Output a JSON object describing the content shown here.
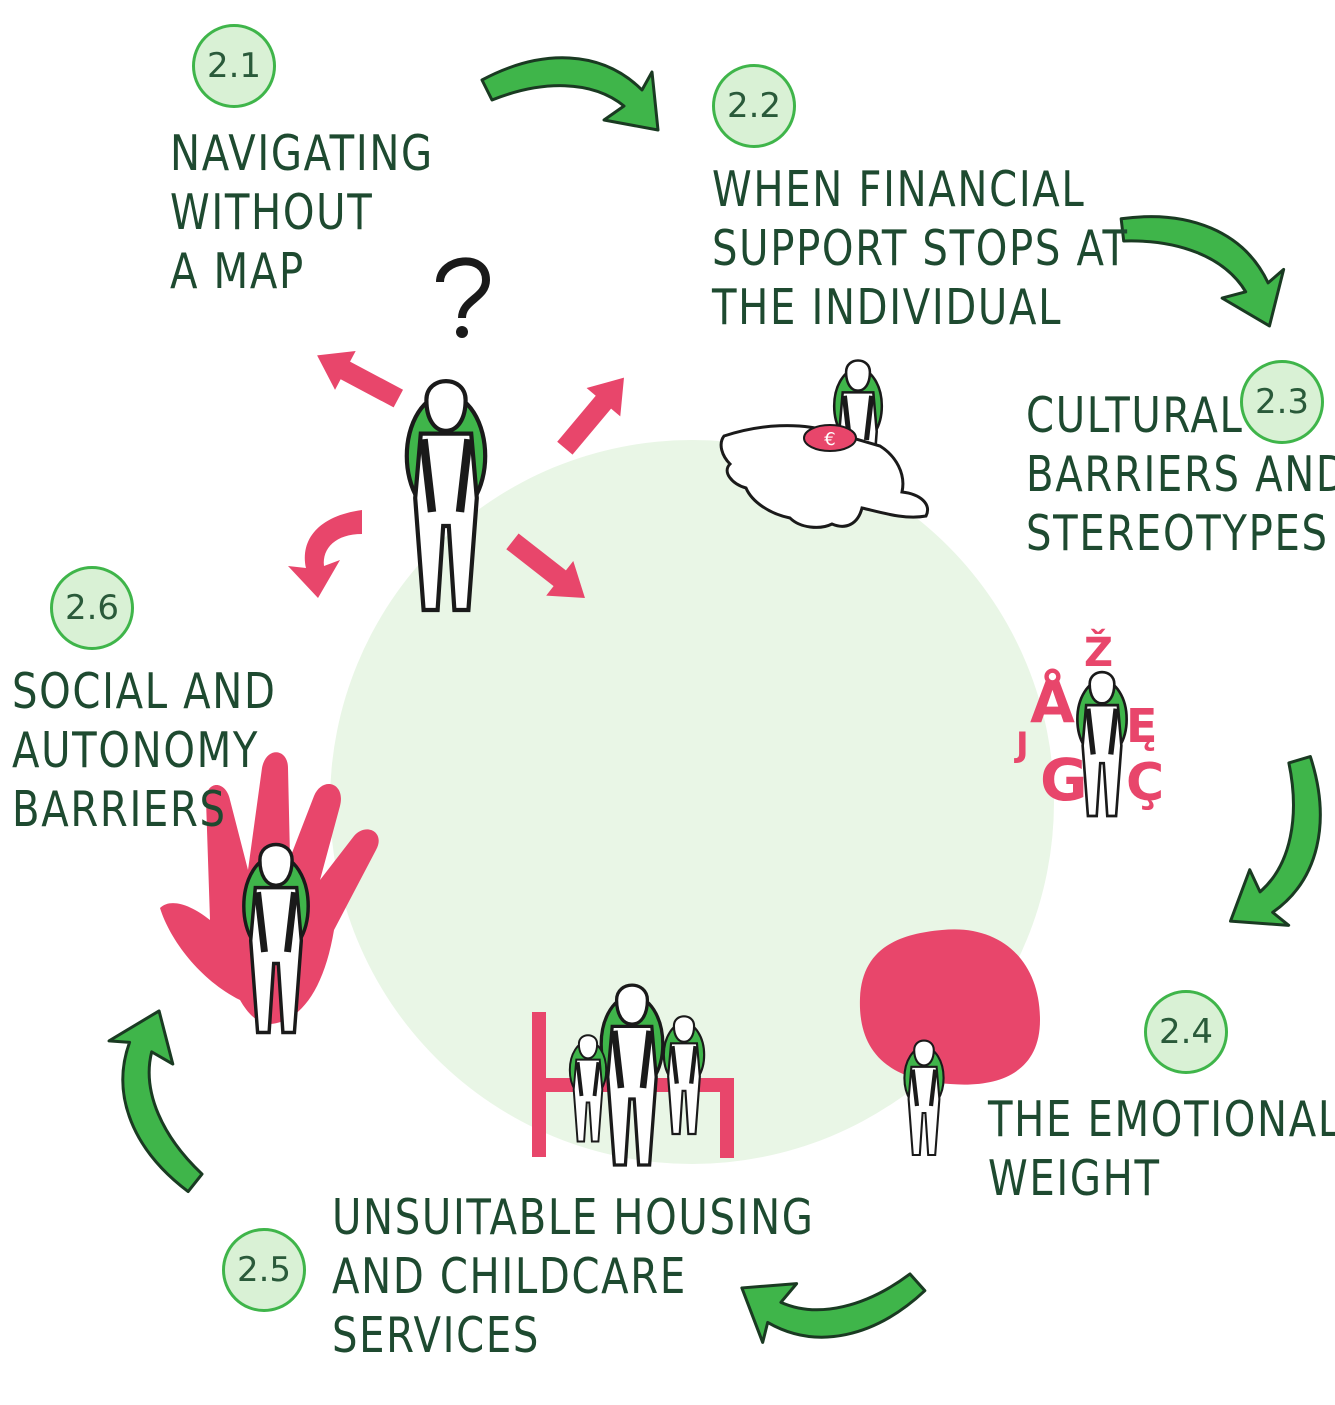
{
  "steps": [
    {
      "number": "2.1",
      "lines": [
        "NAVIGATING",
        "WITHOUT",
        "A MAP"
      ]
    },
    {
      "number": "2.2",
      "lines": [
        "WHEN FINANCIAL",
        "SUPPORT STOPS AT",
        "THE INDIVIDUAL"
      ]
    },
    {
      "number": "2.3",
      "lines": [
        "CULTURAL",
        "BARRIERS AND",
        "STEREOTYPES"
      ]
    },
    {
      "number": "2.4",
      "lines": [
        "THE EMOTIONAL",
        "WEIGHT"
      ]
    },
    {
      "number": "2.5",
      "lines": [
        "UNSUITABLE HOUSING",
        "AND CHILDCARE",
        "SERVICES"
      ]
    },
    {
      "number": "2.6",
      "lines": [
        "SOCIAL AND",
        "AUTONOMY",
        "BARRIERS"
      ]
    }
  ],
  "illustrations": {
    "coin_symbol": "€",
    "letters": [
      "Å",
      "Ž",
      "Ę",
      "J",
      "G",
      "Ç"
    ]
  },
  "colors": {
    "green": "#3fb54a",
    "green_light": "#d9f1d5",
    "pink": "#e8466b",
    "text": "#1e4a30",
    "circle": "#e9f6e6"
  },
  "icons": [
    "cycle-arrow-icon",
    "direction-arrow-icon",
    "person-with-backpack-icon",
    "open-hand-icon",
    "coin-icon",
    "letters-icon",
    "heavy-ball-icon",
    "bench-icon",
    "raised-hand-icon",
    "question-mark-icon"
  ]
}
